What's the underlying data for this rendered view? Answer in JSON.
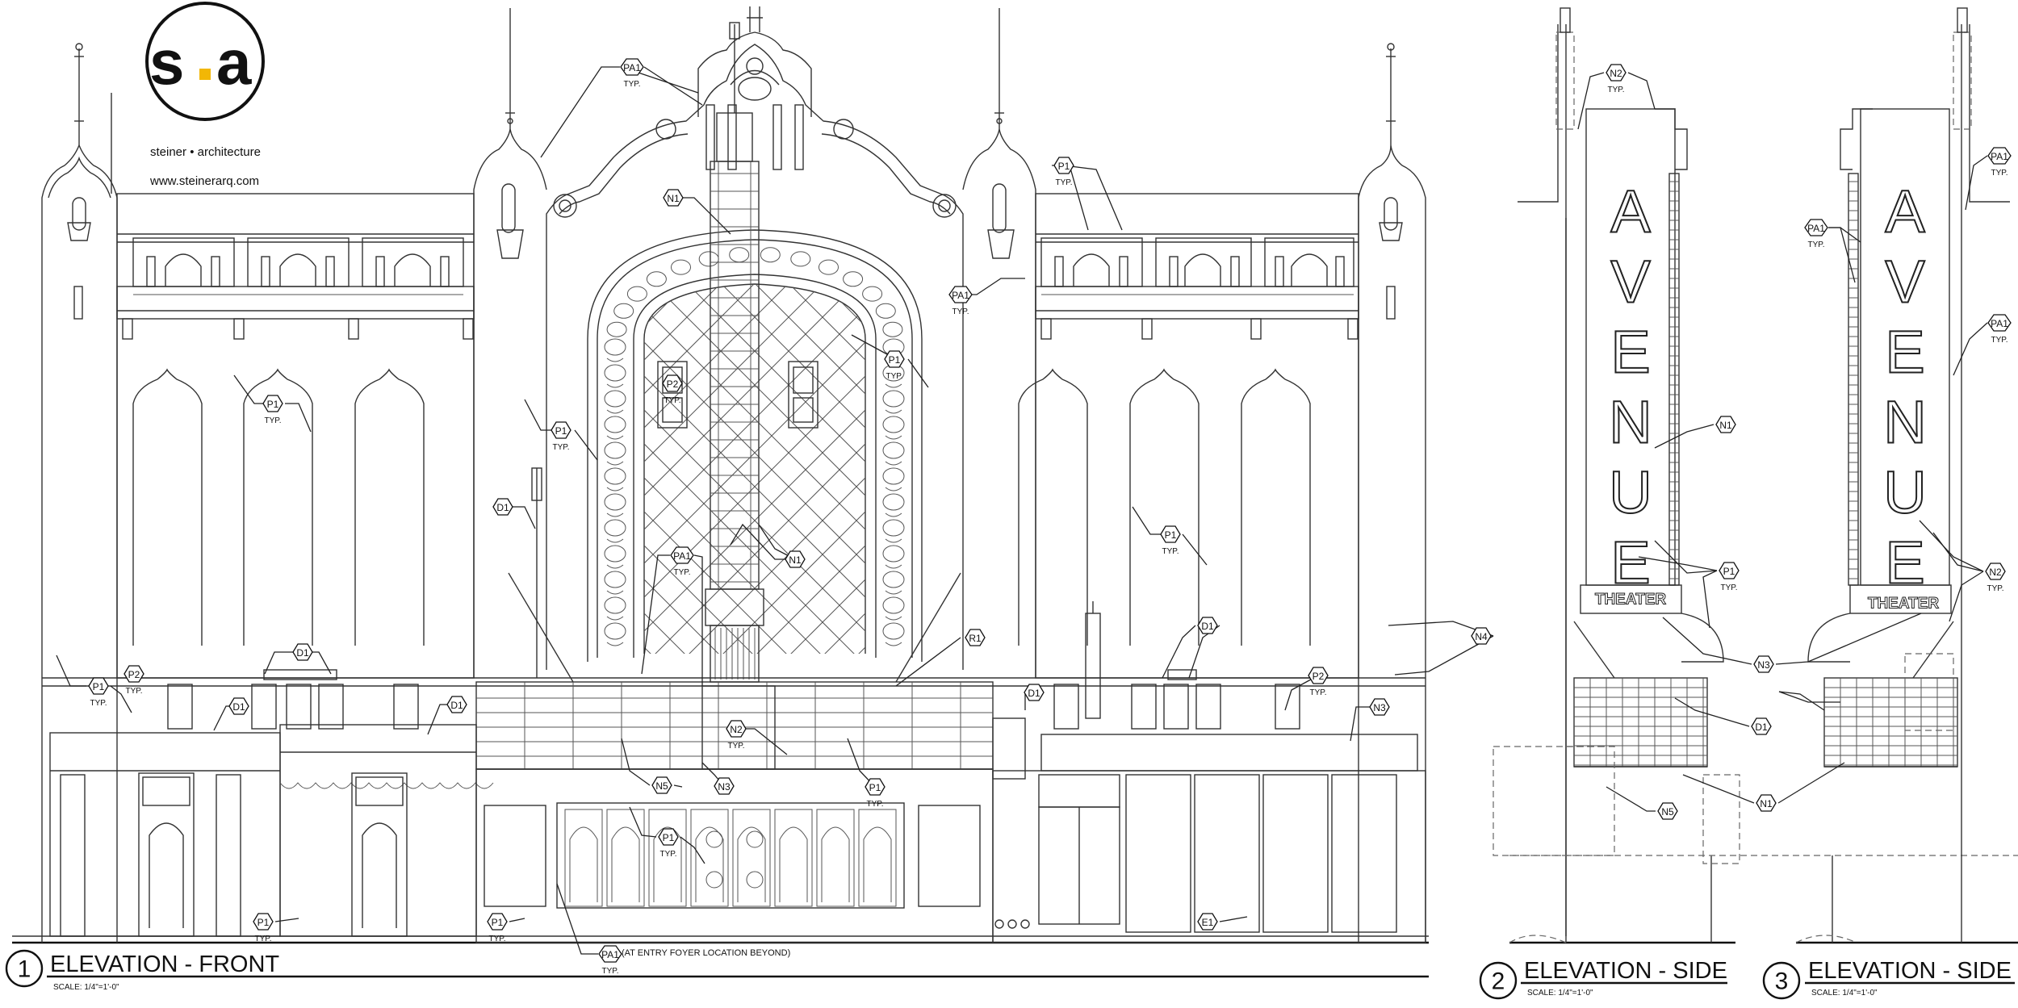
{
  "brand": {
    "logo_s": "s",
    "logo_dot": ".",
    "logo_a": "a",
    "logo_dot_color": "#f2b705",
    "name": "steiner • architecture",
    "url": "www.steinerarq.com"
  },
  "views": [
    {
      "number": "1",
      "title": "ELEVATION - FRONT",
      "scale": "SCALE: 1/4\"=1'-0\""
    },
    {
      "number": "2",
      "title": "ELEVATION - SIDE",
      "scale": "SCALE: 1/4\"=1'-0\""
    },
    {
      "number": "3",
      "title": "ELEVATION - SIDE",
      "scale": "SCALE: 1/4\"=1'-0\""
    }
  ],
  "sign": {
    "word": "AVENUE",
    "letters": [
      "A",
      "V",
      "E",
      "N",
      "U",
      "E"
    ],
    "subtitle": "THEATER"
  },
  "typ_label": "TYP.",
  "entry_note": "(AT ENTRY FOYER LOCATION BEYOND)",
  "tags": [
    {
      "code": "PA1",
      "typ": true
    },
    {
      "code": "N1",
      "typ": false
    },
    {
      "code": "P1",
      "typ": true
    },
    {
      "code": "PA1",
      "typ": true
    },
    {
      "code": "P1",
      "typ": true
    },
    {
      "code": "P2",
      "typ": true
    },
    {
      "code": "P1",
      "typ": true
    },
    {
      "code": "P1",
      "typ": true
    },
    {
      "code": "D1",
      "typ": false
    },
    {
      "code": "PA1",
      "typ": true
    },
    {
      "code": "N1",
      "typ": false
    },
    {
      "code": "P1",
      "typ": true
    },
    {
      "code": "R1",
      "typ": false
    },
    {
      "code": "D1",
      "typ": false
    },
    {
      "code": "P1",
      "typ": true
    },
    {
      "code": "P2",
      "typ": true
    },
    {
      "code": "D1",
      "typ": false
    },
    {
      "code": "D1",
      "typ": false
    },
    {
      "code": "N2",
      "typ": true
    },
    {
      "code": "D1",
      "typ": false
    },
    {
      "code": "P2",
      "typ": true
    },
    {
      "code": "D1",
      "typ": false
    },
    {
      "code": "N3",
      "typ": false
    },
    {
      "code": "N5",
      "typ": false
    },
    {
      "code": "N3",
      "typ": false
    },
    {
      "code": "P1",
      "typ": true
    },
    {
      "code": "P1",
      "typ": true
    },
    {
      "code": "P1",
      "typ": true
    },
    {
      "code": "P1",
      "typ": true
    },
    {
      "code": "E1",
      "typ": false
    },
    {
      "code": "PA1",
      "typ": true
    },
    {
      "code": "N2",
      "typ": true
    },
    {
      "code": "N1",
      "typ": false
    },
    {
      "code": "P1",
      "typ": true
    },
    {
      "code": "N4",
      "typ": false
    },
    {
      "code": "N3",
      "typ": false
    },
    {
      "code": "D1",
      "typ": false
    },
    {
      "code": "N5",
      "typ": false
    },
    {
      "code": "N1",
      "typ": false
    },
    {
      "code": "PA1",
      "typ": true
    },
    {
      "code": "PA1",
      "typ": true
    },
    {
      "code": "PA1",
      "typ": true
    },
    {
      "code": "N2",
      "typ": true
    }
  ]
}
